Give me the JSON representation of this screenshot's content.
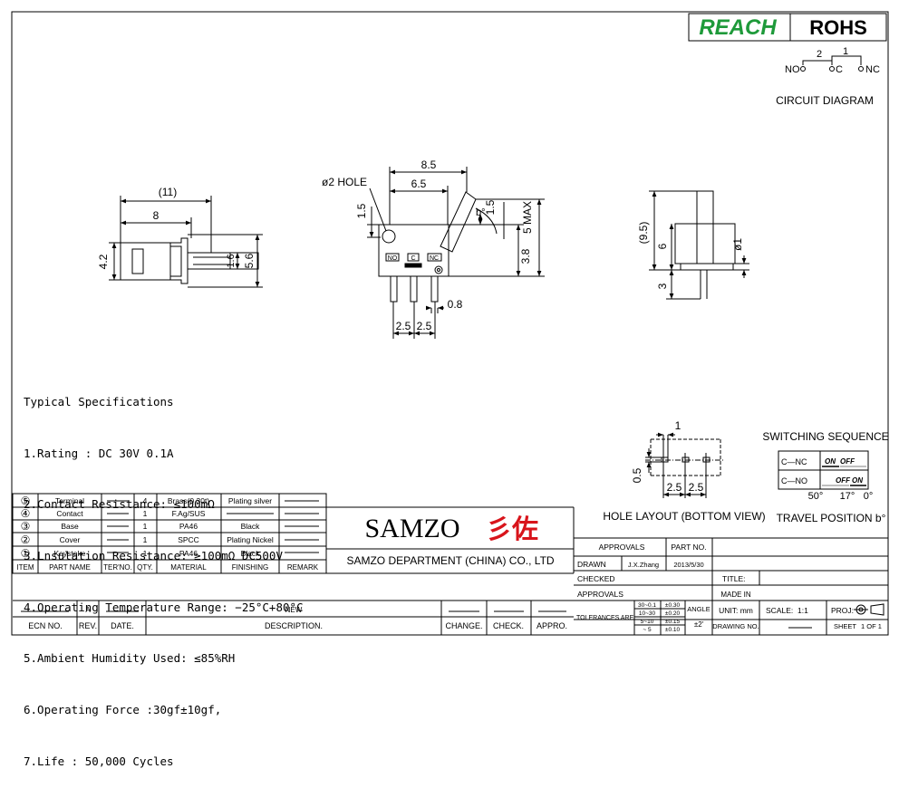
{
  "certifications": {
    "reach": "REACH",
    "rohs": "ROHS"
  },
  "circuit": {
    "title": "CIRCUIT DIAGRAM",
    "no": "NO",
    "c": "C",
    "nc": "NC",
    "label_2": "2",
    "label_1": "1"
  },
  "dims": {
    "top_width": "(11)",
    "top_8": "8",
    "top_42": "4.2",
    "top_16": "1.6",
    "top_56": "5.6",
    "hole_label": "ø2 HOLE",
    "front_85": "8.5",
    "front_65": "6.5",
    "front_15a": "1.5",
    "front_15b": "1.5",
    "front_b": "b°",
    "front_5max": "5 MAX",
    "front_38": "3.8",
    "front_08": "0.8",
    "front_25a": "2.5",
    "front_25b": "2.5",
    "pin_no": "NO",
    "pin_c": "C",
    "pin_nc": "NC",
    "side_95": "(9.5)",
    "side_6": "6",
    "side_3": "3",
    "side_phi1": "ø1",
    "hole_1": "1",
    "hole_05": "0.5",
    "hole_25a": "2.5",
    "hole_25b": "2.5"
  },
  "hole_layout_title": "HOLE LAYOUT (BOTTOM VIEW)",
  "switching": {
    "title": "SWITCHING SEQUENCE",
    "row1_label": "C—NC",
    "row2_label": "C—NO",
    "on": "ON",
    "off": "OFF",
    "deg_50": "50°",
    "deg_17": "17°",
    "deg_0": "0°",
    "travel": "TRAVEL POSITION b°"
  },
  "specs": {
    "title": "Typical Specifications",
    "items": [
      "1.Rating : DC 30V 0.1A",
      "2.Contact Resistance: ≤100mΩ",
      "3.Lnsulation Resistance: ≥100mΩ DC500V",
      "4.Operating Temperature Range: −25°C+80°C",
      "5.Ambient Humidity Used: ≤85%RH",
      "6.Operating Force :30gf±10gf,",
      "7.Life : 50,000 Cycles"
    ]
  },
  "bom": {
    "headers": [
      "ITEM",
      "PART NAME",
      "TER'NO.",
      "QTY.",
      "MATERIAL",
      "FINISHING",
      "REMARK"
    ],
    "rows": [
      {
        "item": "⑤",
        "name": "Terminal",
        "ter": "",
        "qty": "4",
        "material": "Brass(0.30t)",
        "finishing": "Plating silver",
        "remark": ""
      },
      {
        "item": "④",
        "name": "Contact",
        "ter": "",
        "qty": "1",
        "material": "F.Ag/SUS",
        "finishing": "",
        "remark": ""
      },
      {
        "item": "③",
        "name": "Base",
        "ter": "",
        "qty": "1",
        "material": "PA46",
        "finishing": "Black",
        "remark": ""
      },
      {
        "item": "②",
        "name": "Cover",
        "ter": "",
        "qty": "1",
        "material": "SPCC",
        "finishing": "Plating Nickel",
        "remark": ""
      },
      {
        "item": "①",
        "name": "Keystoke",
        "ter": "",
        "qty": "1",
        "material": "PA46",
        "finishing": "Black",
        "remark": ""
      }
    ]
  },
  "company": {
    "logo_text": "SAMZO",
    "logo_cn": "彡佐",
    "name": "SAMZO DEPARTMENT (CHINA) CO., LTD"
  },
  "title_block": {
    "approvals": "APPROVALS",
    "part_no": "PART NO.",
    "drawn": "DRAWN",
    "drawn_by": "J.X.Zhang",
    "drawn_date": "2013/5/30",
    "checked": "CHECKED",
    "approvals2": "APPROVALS",
    "title": "TITLE:",
    "made_in": "MADE IN",
    "tolerances": "TOLERANCES ARE",
    "tol_rows": [
      {
        "range": "30~0.1",
        "val": "±0.30"
      },
      {
        "range": "10~30",
        "val": "±0.20"
      },
      {
        "range": "5~10",
        "val": "±0.15"
      },
      {
        "range": "~ 5",
        "val": "±0.10"
      }
    ],
    "angle": "ANGLE",
    "angle_val": "±2'",
    "unit": "UNIT: mm",
    "scale": "SCALE:",
    "scale_val": "1:1",
    "proj": "PROJ:",
    "drawing_no": "DRAWING NO.",
    "sheet": "SHEET",
    "sheet_val": "1 OF 1"
  },
  "revision": {
    "rev_val": "A",
    "desc_val": "NEW",
    "headers": [
      "ECN NO.",
      "REV.",
      "DATE.",
      "DESCRIPTION.",
      "CHANGE.",
      "CHECK.",
      "APPRO."
    ]
  }
}
